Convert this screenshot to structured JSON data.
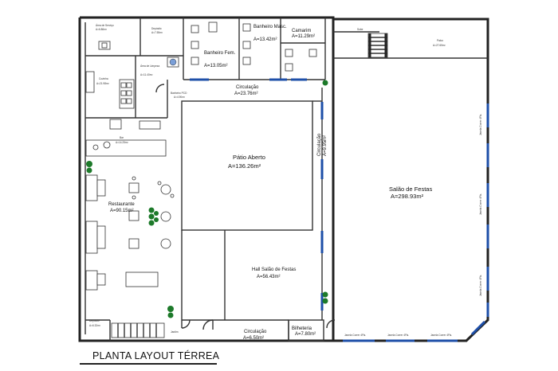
{
  "plan": {
    "title": "PLANTA LAYOUT TÉRREA",
    "rooms": {
      "servico": {
        "name": "Área de Serviço",
        "area": "A=6.86m²"
      },
      "deposito_top": {
        "name": "Depósito",
        "area": "A=7.55m²"
      },
      "banheiro_fem": {
        "name": "Banheiro Fem.",
        "area": "A=13.05m²"
      },
      "banheiro_masc": {
        "name": "Banheiro Masc.",
        "area": "A=13.42m²"
      },
      "camarim": {
        "name": "Camarim",
        "area": "A=11.29m²"
      },
      "palco": {
        "name": "Palco",
        "area": "A=27.65m²"
      },
      "cozinha": {
        "name": "Cozinha",
        "area": "A=21.98m²"
      },
      "area_limpeza": {
        "name": "Área de Limpeza",
        "area": "A=11.40m²"
      },
      "banheiro_pcd": {
        "name": "Banheiro PCD",
        "area": "A=4.90m²"
      },
      "circulacao_top": {
        "name": "Circulação",
        "area": "A=23.76m²"
      },
      "bar": {
        "name": "Bar",
        "area": "A=14.25m²"
      },
      "patio": {
        "name": "Pátio Aberto",
        "area": "A=136.26m²"
      },
      "circulacao_side": {
        "name": "Circulação",
        "area": "A=9.95m²"
      },
      "salao": {
        "name": "Salão de Festas",
        "area": "A=298.93m²"
      },
      "restaurante": {
        "name": "Restaurante",
        "area": "A=90.15m²"
      },
      "hall": {
        "name": "Hall Salão de Festas",
        "area": "A=56.43m²"
      },
      "deposito_bottom": {
        "name": "Depósito",
        "area": "A=6.32m²"
      },
      "circulacao_bottom": {
        "name": "Circulação",
        "area": "A=6.50m²"
      },
      "bilheteria": {
        "name": "Bilheteria",
        "area": "A=7.80m²"
      }
    },
    "notes": {
      "escada": "Sobe",
      "jardim": "Jardim",
      "janela": "Janela Correr 4Fls."
    }
  }
}
